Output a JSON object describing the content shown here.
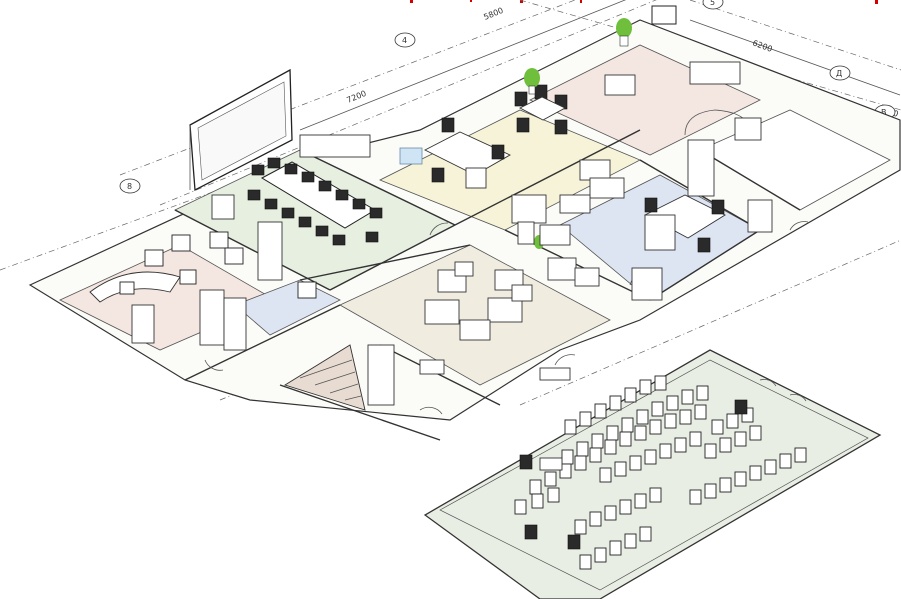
{
  "colors": {
    "zone_green": "#e6efe0",
    "zone_yellow": "#f7f3d8",
    "zone_blue": "#dde4f2",
    "zone_pink": "#f4e6e0",
    "zone_beige": "#f1ece0",
    "zone_hall": "#e9eee4",
    "plant": "#6fbf3c",
    "glass": "#cfe4f5",
    "line": "#333333",
    "red_text": "#d40000"
  },
  "dimensions": {
    "d1": "7200",
    "d2": "5800",
    "d3": "6200",
    "d4": "6200"
  },
  "axes": {
    "a1": "8",
    "a2": "4",
    "a3": "5",
    "a4": "Д",
    "a5": "В"
  }
}
